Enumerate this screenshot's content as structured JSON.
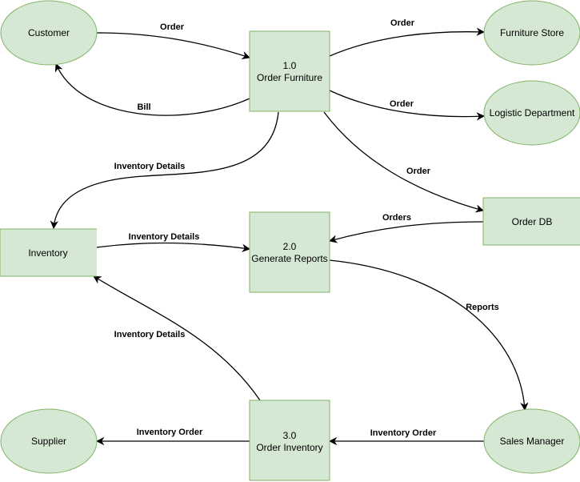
{
  "colors": {
    "fill": "#d5e8d4",
    "stroke": "#82b366",
    "line": "#000000"
  },
  "nodes": {
    "customer": "Customer",
    "furniture_store": "Furniture Store",
    "logistic_department": "Logistic Department",
    "supplier": "Supplier",
    "sales_manager": "Sales Manager",
    "inventory": "Inventory",
    "order_db": "Order DB",
    "p1_num": "1.0",
    "p1_name": "Order Furniture",
    "p2_num": "2.0",
    "p2_name": "Generate Reports",
    "p3_num": "3.0",
    "p3_name": "Order Inventory"
  },
  "edges": {
    "customer_to_p1": "Order",
    "p1_to_customer": "Bill",
    "p1_to_store": "Order",
    "p1_to_logistic": "Order",
    "p1_to_orderdb": "Order",
    "p1_to_inventory": "Inventory Details",
    "inventory_to_p2": "Inventory Details",
    "orderdb_to_p2": "Orders",
    "p2_to_sales": "Reports",
    "p3_to_inventory": "Inventory Details",
    "sales_to_p3": "Inventory Order",
    "p3_to_supplier": "Inventory Order"
  }
}
